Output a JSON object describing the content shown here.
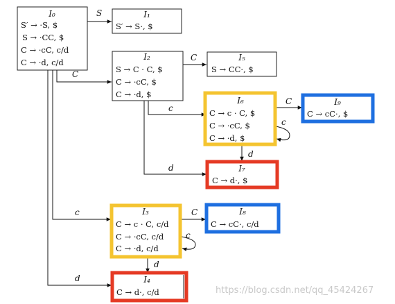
{
  "highlight_colors": {
    "kernel_c": "#f4c430",
    "reduce": "#e53a24",
    "goto_after": "#1e6fe0"
  },
  "states": {
    "I0": {
      "title": "I₀",
      "items": [
        "S′ → ·S, $",
        "S → ·CC, $",
        "C → ·cC, c/d",
        "C → ·d, c/d"
      ]
    },
    "I1": {
      "title": "I₁",
      "items": [
        "S′ → S·, $"
      ]
    },
    "I2": {
      "title": "I₂",
      "items": [
        "S → C · C, $",
        "C → ·cC, $",
        "C → ·d, $"
      ]
    },
    "I5": {
      "title": "I₅",
      "items": [
        "S → CC·, $"
      ]
    },
    "I6": {
      "title": "I₆",
      "items": [
        "C → c · C, $",
        "C → ·cC, $",
        "C → ·d, $"
      ]
    },
    "I9": {
      "title": "I₉",
      "items": [
        "C → cC·, $"
      ]
    },
    "I7": {
      "title": "I₇",
      "items": [
        "C → d·, $"
      ]
    },
    "I3": {
      "title": "I₃",
      "items": [
        "C → c · C, c/d",
        "C → ·cC, c/d",
        "C → ·d, c/d"
      ]
    },
    "I8": {
      "title": "I₈",
      "items": [
        "C → cC·, c/d"
      ]
    },
    "I4": {
      "title": "I₄",
      "items": [
        "C → d·, c/d"
      ]
    }
  },
  "transitions": {
    "I0_I1": "S",
    "I0_I2": "C",
    "I2_I5": "C",
    "I2_I6": "c",
    "I6_I9": "C",
    "I6_I6": "c",
    "I6_I7": "d",
    "I2_I7": "d",
    "I0_I3": "c",
    "I3_I8": "C",
    "I3_I3": "c",
    "I3_I4": "d",
    "I0_I4": "d"
  },
  "watermark": "https://blog.csdn.net/qq_45424267"
}
